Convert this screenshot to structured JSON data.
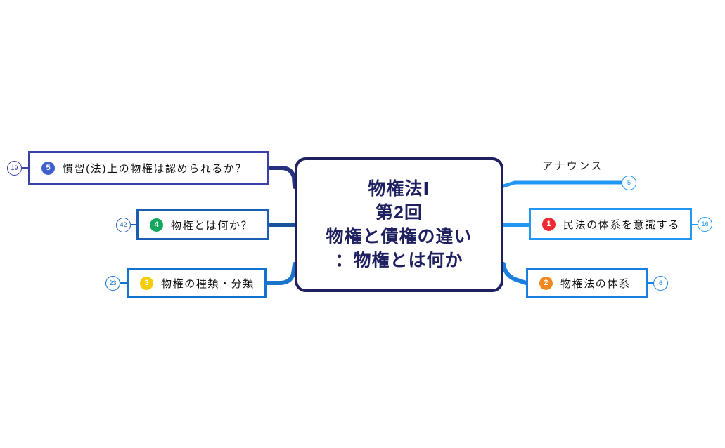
{
  "diagram": {
    "type": "mind-map",
    "background": "#ffffff",
    "central": {
      "name": "central-topic",
      "lines": [
        "物権法Ⅰ",
        "第2回",
        "物権と債権の違い",
        "：物権とは何か"
      ],
      "border_color": "#1f2060",
      "text_color": "#1f2060"
    },
    "branches_left": [
      {
        "name": "branch-kanshuho",
        "number": "5",
        "badge_color": "#3f5fd0",
        "label": "慣習(法)上の物権は認められるか？",
        "count": "19",
        "border_color": "#3b3fa8",
        "connector_color": "#27317f"
      },
      {
        "name": "branch-bukken-towa",
        "number": "4",
        "badge_color": "#13a85c",
        "label": "物権とは何か？",
        "count": "42",
        "border_color": "#1b5fb4",
        "connector_color": "#15529f"
      },
      {
        "name": "branch-shurui-bunrui",
        "number": "3",
        "badge_color": "#f5cc08",
        "label": "物権の種類・分類",
        "count": "23",
        "border_color": "#1273cf",
        "connector_color": "#1b74cc"
      }
    ],
    "branches_right": [
      {
        "name": "branch-announce",
        "number": "",
        "badge_color": "",
        "label": "アナウンス",
        "count": "5",
        "border_color": "",
        "connector_color": "#2196f3",
        "style": "underline"
      },
      {
        "name": "branch-minpo-taikei",
        "number": "1",
        "badge_color": "#ef2a34",
        "label": "民法の体系を意識する",
        "count": "16",
        "border_color": "#2196f3",
        "connector_color": "#2196f3",
        "style": "box"
      },
      {
        "name": "branch-bukkenho-taikei",
        "number": "2",
        "badge_color": "#f08a20",
        "label": "物権法の体系",
        "count": "6",
        "border_color": "#1b7fe0",
        "connector_color": "#1b7fe0",
        "style": "box"
      }
    ]
  }
}
